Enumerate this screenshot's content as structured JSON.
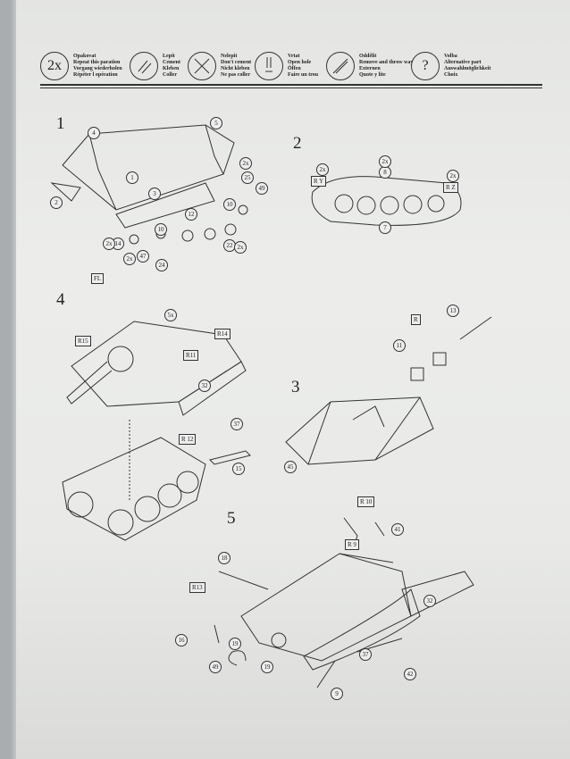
{
  "legend": [
    {
      "symbol": "2x",
      "icon": "repeat-icon",
      "lines": [
        "Opakovat",
        "Repeat this paration",
        "Vorgang wiederholen",
        "Répéter l opération"
      ]
    },
    {
      "symbol": "",
      "icon": "cement-tube-icon",
      "lines": [
        "Lepit",
        "Cement",
        "Kleben",
        "Coller"
      ]
    },
    {
      "symbol": "",
      "icon": "no-cement-icon",
      "lines": [
        "Nelepit",
        "Don't cement",
        "Nicht kleben",
        "Ne pas coller"
      ]
    },
    {
      "symbol": "",
      "icon": "drill-icon",
      "lines": [
        "Vrtat",
        "Open hole",
        "Öffen",
        "Faire un trou"
      ]
    },
    {
      "symbol": "",
      "icon": "knife-icon",
      "lines": [
        "Oddělit",
        "Remove and throw way",
        "Externen",
        "Quote y lite"
      ]
    },
    {
      "symbol": "?",
      "icon": "question-icon",
      "lines": [
        "Volba",
        "Alternative part",
        "Auswahlmöglichkeit",
        "Choix"
      ]
    }
  ],
  "steps": [
    {
      "number": "1",
      "parts": [
        "4",
        "5",
        "1",
        "2",
        "3",
        "25",
        "49",
        "10",
        "12",
        "10",
        "22",
        "14",
        "47",
        "24",
        "2x",
        "2x",
        "2x",
        "2x"
      ]
    },
    {
      "number": "2",
      "parts": [
        "8",
        "7",
        "2x",
        "2x",
        "2x"
      ],
      "refs": [
        "R Y",
        "R Z"
      ]
    },
    {
      "number": "4",
      "parts": [
        "5x",
        "32",
        "37",
        "15"
      ],
      "refs": [
        "FL",
        "R15",
        "R14",
        "R11",
        "R 12"
      ]
    },
    {
      "number": "3",
      "parts": [
        "13",
        "11",
        "45"
      ],
      "refs": [
        "R"
      ]
    },
    {
      "number": "5",
      "parts": [
        "41",
        "18",
        "16",
        "19",
        "49",
        "19",
        "32",
        "37",
        "42",
        "9"
      ],
      "refs": [
        "R 10",
        "R 9",
        "R13"
      ]
    }
  ]
}
